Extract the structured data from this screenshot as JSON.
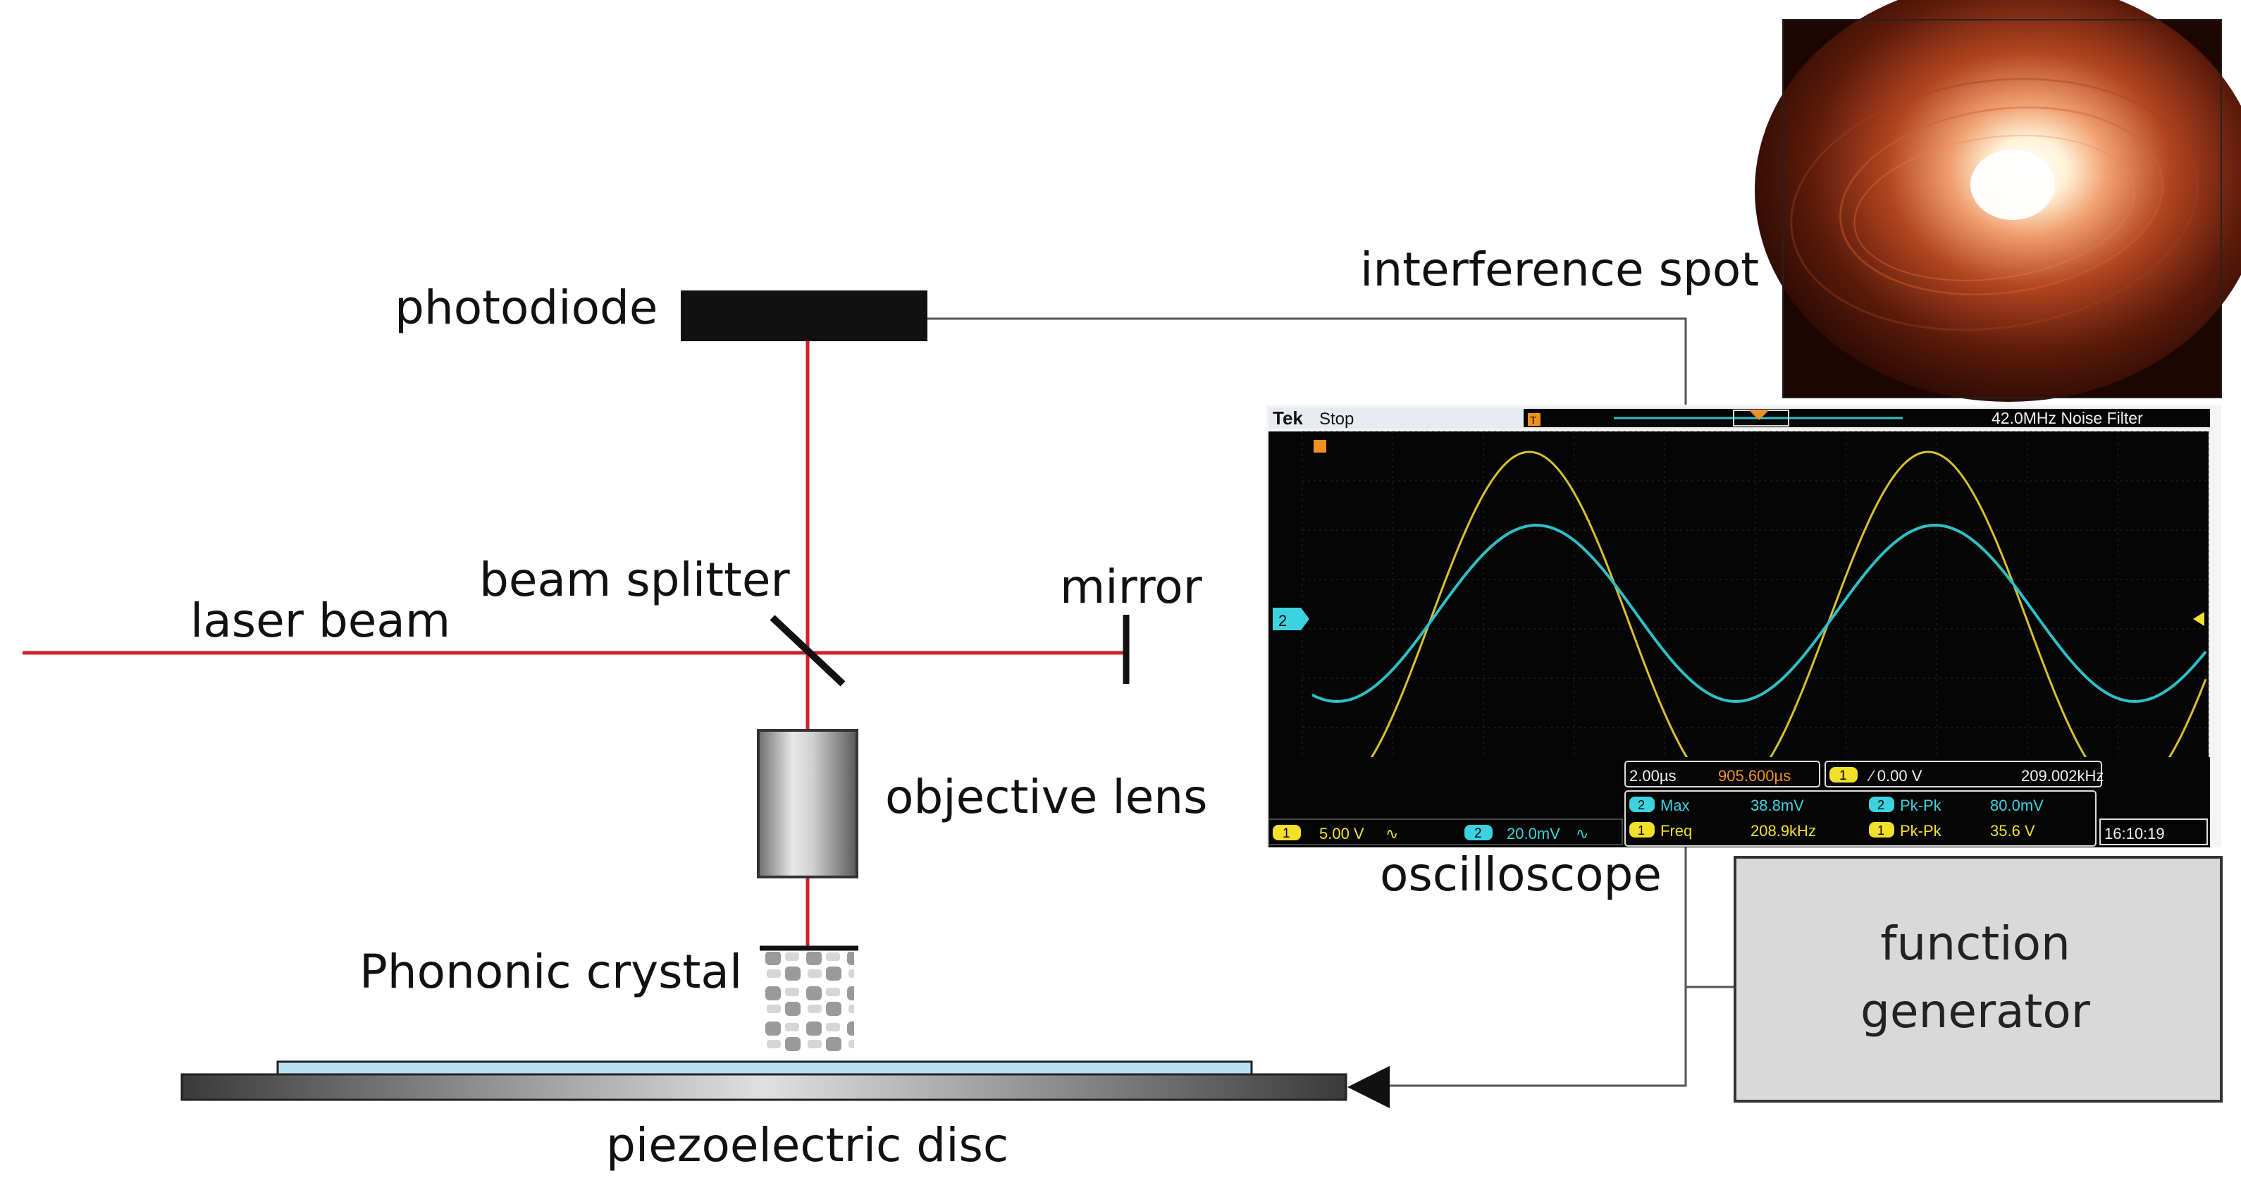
{
  "labels": {
    "photodiode": "photodiode",
    "beam_splitter": "beam splitter",
    "laser_beam": "laser beam",
    "mirror": "mirror",
    "objective_lens": "objective lens",
    "phononic_crystal": "Phononic crystal",
    "piezoelectric_disc": "piezoelectric disc",
    "interference_spot": "interference spot",
    "oscilloscope": "oscilloscope",
    "function_generator_line1": "function",
    "function_generator_line2": "generator"
  },
  "oscilloscope": {
    "brand": "Tek",
    "state": "Stop",
    "trigger_marker": "T",
    "noise_filter": "42.0MHz  Noise Filter",
    "channel2_marker": "2",
    "timebase": "2.00µs",
    "trigger_position": "905.600µs",
    "trigger_channel": "1",
    "trigger_level": "∕ 0.00 V",
    "trigger_freq": "209.002kHz",
    "ch1_badge": "1",
    "ch1_scale": "5.00 V",
    "ch1_coupling": "∿",
    "ch2_badge": "2",
    "ch2_scale": "20.0mV",
    "ch2_coupling": "∿",
    "measurements": [
      {
        "ch": "2",
        "name": "Max",
        "value": "38.8mV"
      },
      {
        "ch": "2",
        "name": "Pk-Pk",
        "value": "80.0mV"
      },
      {
        "ch": "1",
        "name": "Freq",
        "value": "208.9kHz"
      },
      {
        "ch": "1",
        "name": "Pk-Pk",
        "value": "35.6 V"
      }
    ],
    "clock": "16:10:19"
  },
  "colors": {
    "laser": "#d0202a",
    "ch1_trace": "#d8c22a",
    "ch2_trace": "#2ec0c8",
    "screen_bg": "#050505",
    "ch1_badge": "#f2e02a",
    "ch2_badge": "#3dd2e0",
    "trigger_orange": "#f09020",
    "generator_fill": "#d9d9d9",
    "substrate_fill": "#b8e0f0"
  }
}
